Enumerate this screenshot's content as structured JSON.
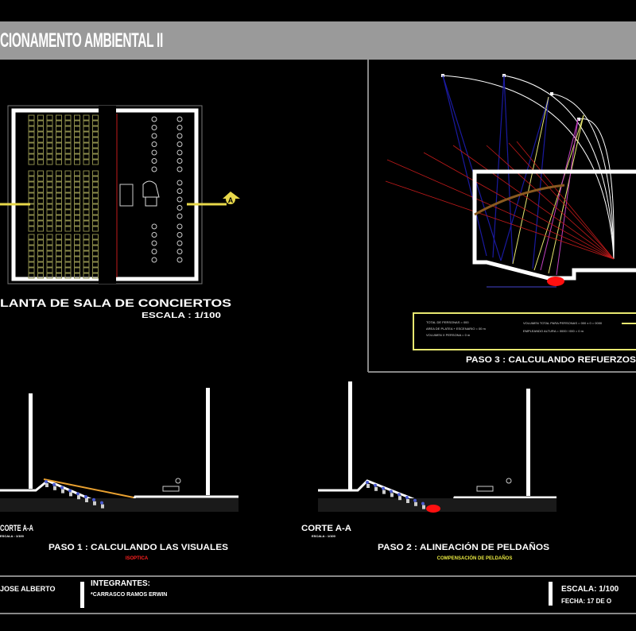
{
  "title": "CIONAMENTO AMBIENTAL II",
  "plan": {
    "title": "LANTA DE SALA DE CONCIERTOS",
    "scale": "ESCALA : 1/100",
    "section_marker": "A"
  },
  "step3": {
    "title": "PASO 3 :  CALCULANDO REFUERZOS",
    "info_lines": [
      "TOTAL DE PERSONAS = 000",
      "AREA DE PLATEA + ESCENARIO = 00 m",
      "VOLUMEN X PERSONA = 0 m",
      "VOLUMEN TOTAL PARA PERSONAS = 000 x 0 = 0000",
      "EMPLEANDO ALTURA = 0000 / 000 = 0 m"
    ]
  },
  "step1": {
    "section": "CORTE A-A",
    "section_scale": "ESCALA : 1/100",
    "title": "PASO 1 :  CALCULANDO LAS VISUALES",
    "subtitle": "ISOPTICA"
  },
  "step2": {
    "section": "CORTE A-A",
    "section_scale": "ESCALA : 1/100",
    "title": "PASO 2 :  ALINEACIÓN DE PELDAÑOS",
    "subtitle": "COMPENSACIÓN DE PELDAÑOS"
  },
  "footer": {
    "author": "JOSE ALBERTO",
    "members_label": "INTEGRANTES:",
    "members": "*CARRASCO RAMOS ERWIN",
    "scale": "ESCALA: 1/100",
    "date": "FECHA: 17 DE O"
  },
  "colors": {
    "title_bar": "#9a9a9a",
    "seats": "#8a8a4a",
    "rays_blue": "#1a1aa0",
    "rays_red": "#c01a1a",
    "rays_yellow": "#e8e870",
    "rays_magenta": "#c040c0",
    "highlight": "#ff1010",
    "accent_yellow": "#e8d84a"
  }
}
